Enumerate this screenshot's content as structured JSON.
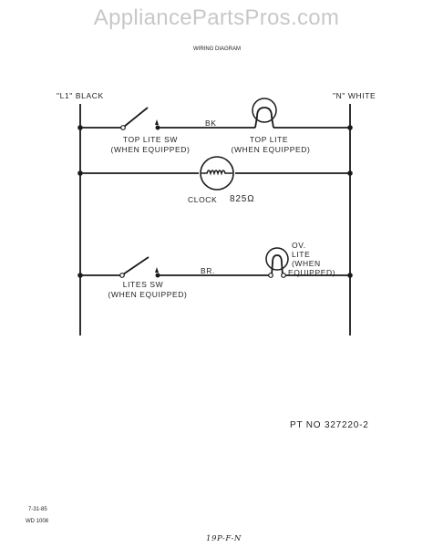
{
  "watermark": "AppliancePartsPros.com",
  "title": "WIRING DIAGRAM",
  "lines": {
    "l1": "\"L1\" BLACK",
    "n": "\"N\" WHITE"
  },
  "circuits": {
    "top_lite_switch": {
      "name": "TOP LITE  SW",
      "note": "(WHEN EQUIPPED)"
    },
    "wire_bk": "BK",
    "top_lite": {
      "name": "TOP LITE",
      "note": "(WHEN EQUIPPED)"
    },
    "clock": {
      "name": "CLOCK",
      "resistance": "825Ω"
    },
    "lites_switch": {
      "name": "LITES  SW",
      "note": "(WHEN EQUIPPED)"
    },
    "wire_br": "BR.",
    "oven_lite": {
      "line1": "OV.",
      "line2": "LITE",
      "line3": "(WHEN",
      "line4": "EQUIPPED)"
    }
  },
  "part_number": "PT NO  327220-2",
  "footer": {
    "date": "7-31-85",
    "code": "WD 1008",
    "handwritten": "19P-F-N"
  }
}
